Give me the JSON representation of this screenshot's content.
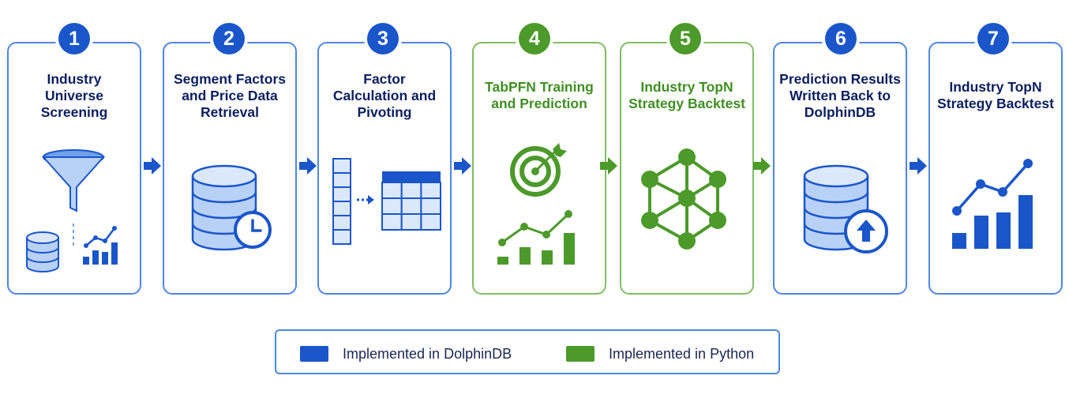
{
  "colors": {
    "dolphindb_blue": "#1a56c9",
    "python_green": "#4c9a2a",
    "card_border_blue": "#4f86df",
    "card_border_green": "#7fbd63",
    "title_navy": "#0c1f5e"
  },
  "steps": [
    {
      "number": "1",
      "title": "Industry\nUniverse\nScreening",
      "platform": "DolphinDB",
      "icons": [
        "funnel-icon",
        "database-icon",
        "bar-line-chart-icon"
      ]
    },
    {
      "number": "2",
      "title": "Segment Factors\nand Price Data\nRetrieval",
      "platform": "DolphinDB",
      "icons": [
        "database-clock-icon"
      ]
    },
    {
      "number": "3",
      "title": "Factor\nCalculation and\nPivoting",
      "platform": "DolphinDB",
      "icons": [
        "column-to-table-pivot-icon"
      ]
    },
    {
      "number": "4",
      "title": "TabPFN Training\nand Prediction",
      "platform": "Python",
      "icons": [
        "target-icon",
        "bar-line-chart-icon"
      ]
    },
    {
      "number": "5",
      "title": "Industry TopN\nStrategy Backtest",
      "platform": "Python",
      "icons": [
        "network-graph-icon"
      ]
    },
    {
      "number": "6",
      "title": "Prediction Results\nWritten Back to\nDolphinDB",
      "platform": "DolphinDB",
      "icons": [
        "database-upload-icon"
      ]
    },
    {
      "number": "7",
      "title": "Industry TopN\nStrategy Backtest",
      "platform": "DolphinDB",
      "icons": [
        "bar-line-chart-icon"
      ]
    }
  ],
  "legend": {
    "dolphindb_label": "Implemented in DolphinDB",
    "python_label": "Implemented in Python"
  }
}
